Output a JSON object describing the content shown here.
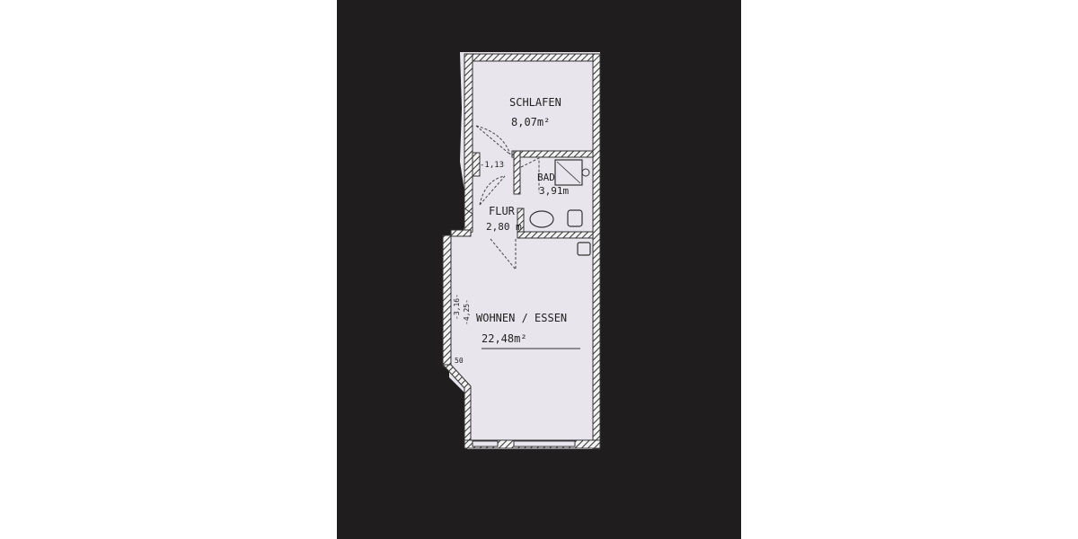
{
  "rooms": {
    "schlafen": {
      "name": "SCHLAFEN",
      "area": "8,07m²"
    },
    "bad": {
      "name": "BAD",
      "area": "3,91m"
    },
    "flur": {
      "name": "FLUR",
      "area": "2,80 m"
    },
    "wohnen": {
      "name": "WOHNEN / ESSEN",
      "area": "22,48m²"
    }
  },
  "dimensions": {
    "height_left": "-1,13",
    "height_mid_a": "-3,16-",
    "height_mid_b": "-4,25-",
    "side_width": "50"
  },
  "colors": {
    "background": "#1f1d1e",
    "paper": "#e8e6ec",
    "ink": "#222222"
  }
}
